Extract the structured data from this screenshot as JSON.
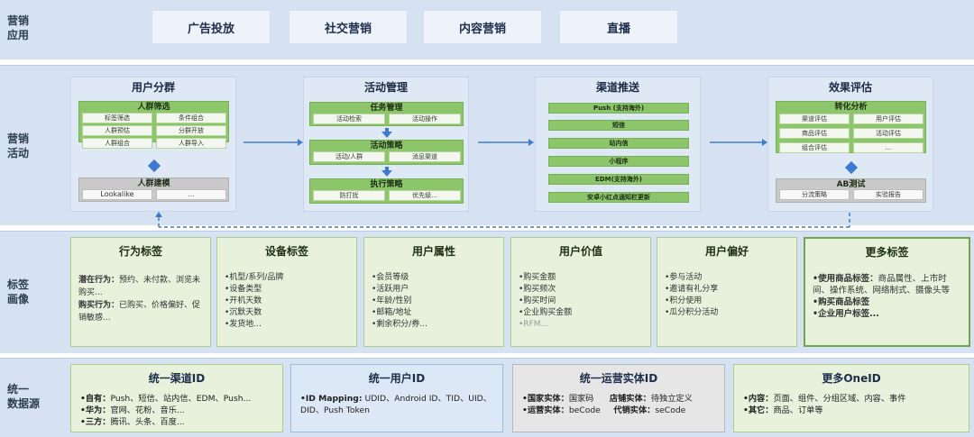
{
  "sections": {
    "apps": "营销\n应用",
    "activity": "营销\n活动",
    "profile": "标签\n画像",
    "datasource": "统一\n数据源"
  },
  "apps": [
    "广告投放",
    "社交营销",
    "内容营销",
    "直播"
  ],
  "panels": {
    "segment": {
      "title": "用户分群",
      "filter_title": "人群筛选",
      "filter_cells": [
        "标签筛选",
        "条件组合",
        "人群预估",
        "分群开放",
        "人群组合",
        "人群导入"
      ],
      "model_title": "人群建模",
      "model_cells": [
        "Lookalike",
        "..."
      ]
    },
    "campaign": {
      "title": "活动管理",
      "task_title": "任务管理",
      "task_cells": [
        "活动检索",
        "活动操作"
      ],
      "strategy_title": "活动策略",
      "strategy_cells": [
        "活动/人群",
        "消息渠道"
      ],
      "exec_title": "执行策略",
      "exec_cells": [
        "防打扰",
        "优先级..."
      ]
    },
    "channel": {
      "title": "渠道推送",
      "bars": [
        "Push (支持海外)",
        "短信",
        "站内信",
        "小程序",
        "EDM(支持海外)",
        "安卓小红点通知栏更新"
      ]
    },
    "eval": {
      "title": "效果评估",
      "conv_title": "转化分析",
      "conv_cells": [
        "渠道评估",
        "用户评估",
        "商品评估",
        "活动评估",
        "组合评估",
        "..."
      ],
      "ab_title": "AB测试",
      "ab_cells": [
        "分流策略",
        "实验报告"
      ]
    }
  },
  "tags": [
    {
      "title": "行为标签",
      "lines": [
        "<b>潜在行为：</b>预约、未付款、浏览未购买...",
        "<b>购买行为：</b>已购买、价格偏好、促销敏感..."
      ]
    },
    {
      "title": "设备标签",
      "lines": [
        "•机型/系列/品牌",
        "•设备类型",
        "•开机天数",
        "•沉默天数",
        "•发货地..."
      ]
    },
    {
      "title": "用户属性",
      "lines": [
        "•会员等级",
        "•活跃用户",
        "•年龄/性别",
        "•邮箱/地址",
        "•剩余积分/券..."
      ]
    },
    {
      "title": "用户价值",
      "lines": [
        "•购买金额",
        "•购买频次",
        "•购买时间",
        "•企业购买金额",
        "•RFM..."
      ]
    },
    {
      "title": "用户偏好",
      "lines": [
        "•参与活动",
        "•邀请有礼分享",
        "•积分使用",
        "•瓜分积分活动"
      ]
    },
    {
      "title": "更多标签",
      "lines": [
        "<b>•使用商品标签：</b>商品属性、上市时间、操作系统、网络制式、摄像头等",
        "<b>•购买商品标签</b>",
        "<b>•企业用户标签...</b>"
      ]
    }
  ],
  "datasources": [
    {
      "title": "统一渠道ID",
      "lines": [
        "<b>•自有：</b>Push、短信、站内信、EDM、Push...",
        "<b>•华为：</b>官网、花粉、音乐...",
        "<b>•三方：</b>腾讯、头条、百度..."
      ]
    },
    {
      "title": "统一用户ID",
      "lines": [
        "<b>•ID Mapping:</b> UDID、Android ID、TID、UID、DID、Push Token"
      ]
    },
    {
      "title": "统一运营实体ID",
      "lines": [
        "<b>•国家实体：</b>国家码 &nbsp;&nbsp;&nbsp;&nbsp;&nbsp;<b>店铺实体：</b>待独立定义",
        "<b>•运营实体：</b>beCode &nbsp;&nbsp;&nbsp;&nbsp;<b>代销实体：</b>seCode"
      ]
    },
    {
      "title": "更多OneID",
      "lines": [
        "<b>•内容：</b>页面、组件、分组区域、内容、事件",
        "<b>•其它：</b>商品、订单等"
      ]
    }
  ],
  "colors": {
    "band": "#d6e1f1",
    "accent": "#3f7ad1",
    "green": "#8dc56b"
  }
}
